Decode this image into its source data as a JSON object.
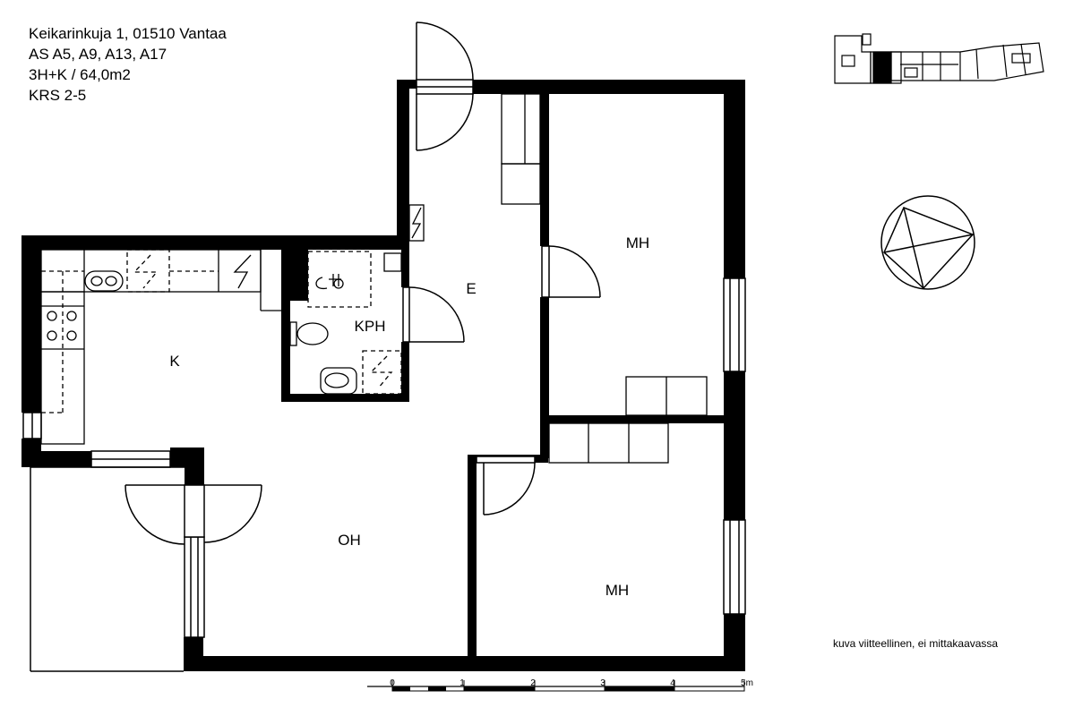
{
  "header": {
    "address": "Keikarinkuja 1, 01510 Vantaa",
    "units": "AS A5, A9, A13, A17",
    "type_size": "3H+K / 64,0m2",
    "floors": "KRS 2-5"
  },
  "rooms": {
    "kitchen": "K",
    "living": "OH",
    "hall": "E",
    "bathroom": "KPH",
    "bedroom_1": "MH",
    "bedroom_2": "MH"
  },
  "scale_bar": {
    "ticks": [
      "0",
      "1",
      "2",
      "3",
      "4",
      "5m"
    ]
  },
  "note": "kuva viitteellinen, ei mittakaavassa",
  "colors": {
    "wall": "#000000",
    "background": "#ffffff"
  }
}
